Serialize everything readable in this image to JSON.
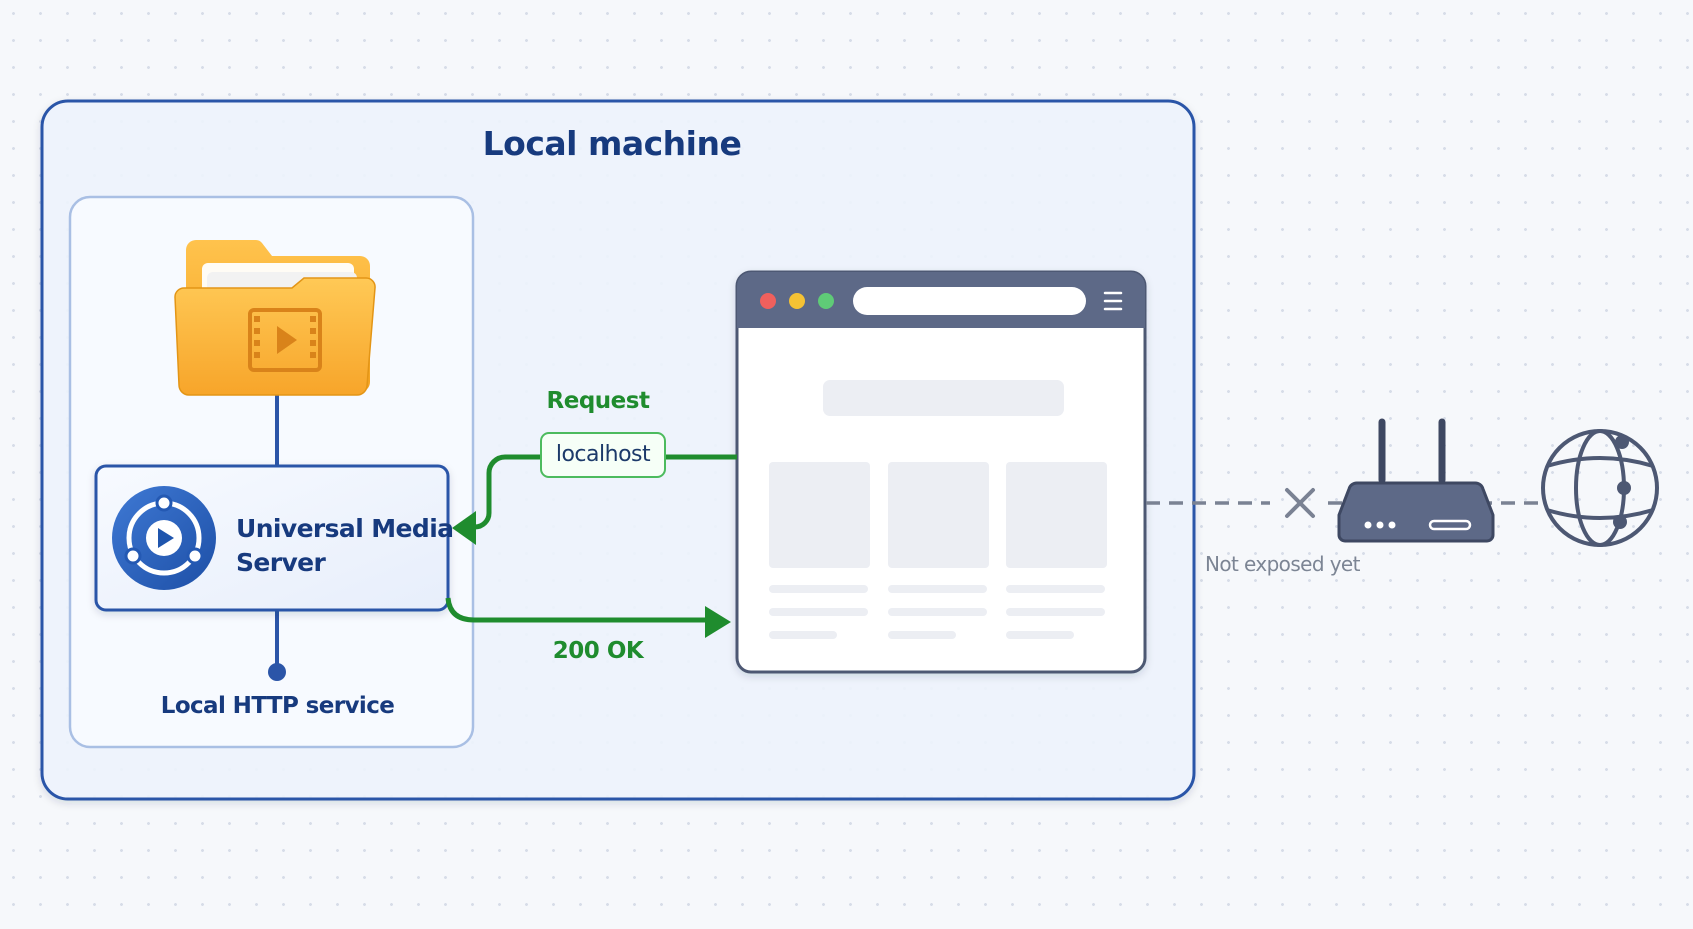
{
  "title": "Local machine",
  "server": {
    "name_line1": "Universal Media",
    "name_line2": "Server",
    "service_label": "Local HTTP service"
  },
  "request": {
    "label": "Request",
    "host_pill": "localhost"
  },
  "response": {
    "label": "200 OK"
  },
  "external": {
    "status_label": "Not exposed yet"
  },
  "icons": {
    "media_folder": "video-folder-icon",
    "ums_logo": "media-server-logo-icon",
    "browser": "browser-window-icon",
    "router": "router-icon",
    "internet": "globe-icon",
    "blocked": "x-mark-icon"
  },
  "colors": {
    "primary_navy": "#173a7e",
    "border_blue": "#2b55a8",
    "success_green": "#1f8c2e",
    "folder_orange": "#f6a623",
    "muted_gray": "#7c8594",
    "device_slate": "#4d5873"
  }
}
